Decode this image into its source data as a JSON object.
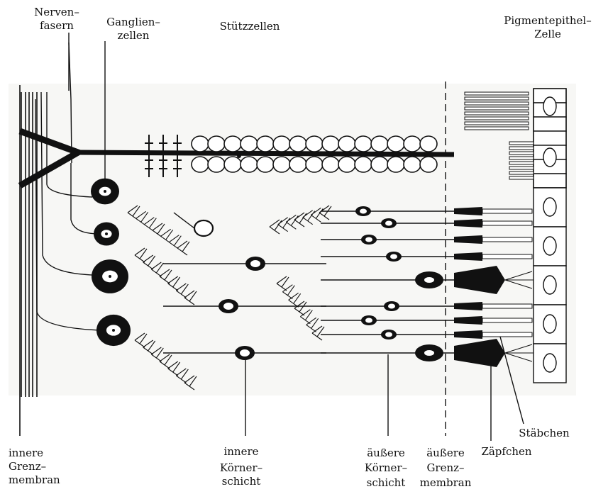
{
  "labels": {
    "nervenfasern": [
      "Nerven–",
      "fasern"
    ],
    "ganglienzellen": [
      "Ganglien–",
      "zellen"
    ],
    "stuetzzellen": [
      "Stützzellen"
    ],
    "pigmentepithel": [
      "Pigmentepithel–",
      "Zelle"
    ],
    "innere_grenzmembran": [
      "innere",
      "Grenz–",
      "membran"
    ],
    "innere_koernerschicht": [
      "innere",
      "Körner–",
      "schicht"
    ],
    "aeussere_koernerschicht": [
      "äußere",
      "Körner–",
      "schicht"
    ],
    "aeussere_grenzmembran": [
      "äußere",
      "Grenz–",
      "membran"
    ],
    "zaepfchen": [
      "Zäpfchen"
    ],
    "staebchen": [
      "Stäbchen"
    ]
  },
  "colors": {
    "ink": "#111111",
    "plate": "#f7f7f5",
    "paper": "#ffffff"
  }
}
